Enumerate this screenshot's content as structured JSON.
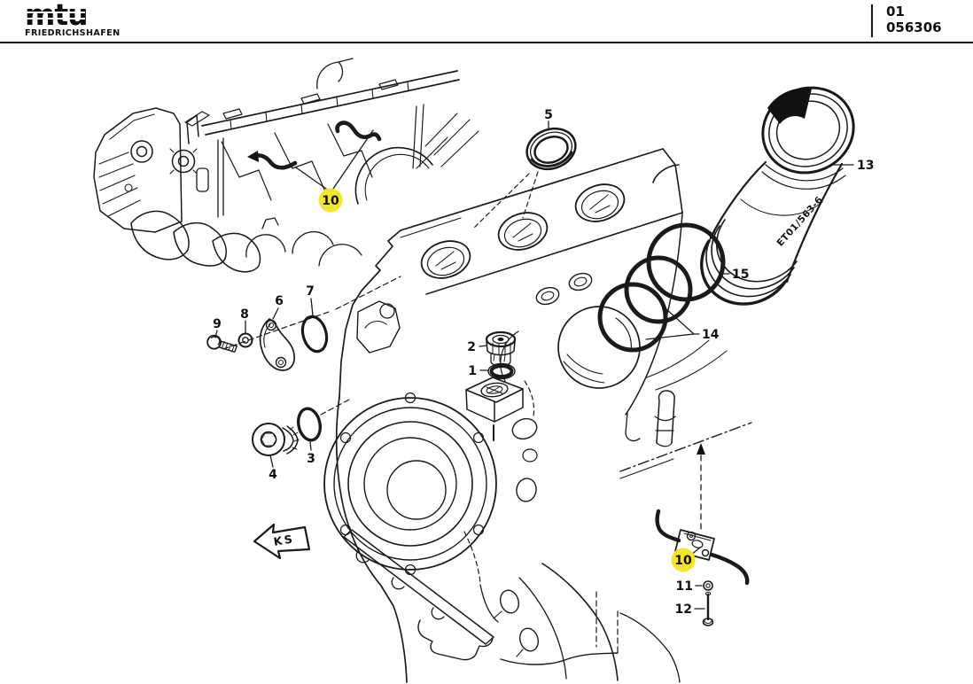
{
  "header": {
    "logo": "mtu",
    "logo_subtitle": "FRIEDRICHSHAFEN",
    "sheet_no": "01",
    "catalog_no": "056306"
  },
  "diagram": {
    "liner_inscription": "ET01/563-6",
    "direction_label": "KS",
    "highlight_color": "#F3E52F",
    "ink_color": "#1a1a1a",
    "callouts": [
      {
        "label": "1",
        "highlighted": false
      },
      {
        "label": "2",
        "highlighted": false
      },
      {
        "label": "3",
        "highlighted": false
      },
      {
        "label": "4",
        "highlighted": false
      },
      {
        "label": "5",
        "highlighted": false
      },
      {
        "label": "6",
        "highlighted": false
      },
      {
        "label": "7",
        "highlighted": false
      },
      {
        "label": "8",
        "highlighted": false
      },
      {
        "label": "9",
        "highlighted": false
      },
      {
        "label": "10",
        "highlighted": true
      },
      {
        "label": "10",
        "highlighted": true
      },
      {
        "label": "11",
        "highlighted": false
      },
      {
        "label": "12",
        "highlighted": false
      },
      {
        "label": "13",
        "highlighted": false
      },
      {
        "label": "14",
        "highlighted": false
      },
      {
        "label": "15",
        "highlighted": false
      }
    ]
  }
}
